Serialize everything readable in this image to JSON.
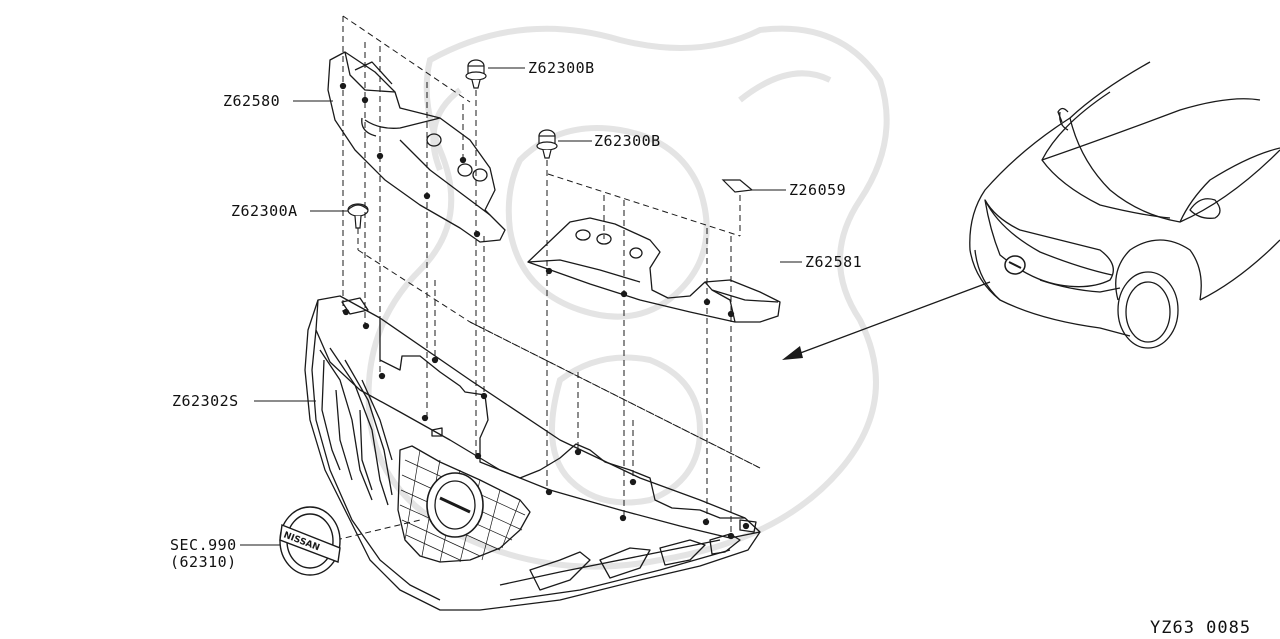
{
  "labels": {
    "z62580": "Z62580",
    "z62300b_top": "Z62300B",
    "z62300b_mid": "Z62300B",
    "z26059": "Z26059",
    "z62300a": "Z62300A",
    "z62581": "Z62581",
    "z62302s": "Z62302S",
    "sec990": "SEC.990",
    "sec990_sub": "(62310)"
  },
  "emblem_text": "NISSAN",
  "diagram_code": "YZ63 0085",
  "colors": {
    "line": "#1a1a1a",
    "watermark": "#e6e6e6",
    "background": "#ffffff"
  }
}
